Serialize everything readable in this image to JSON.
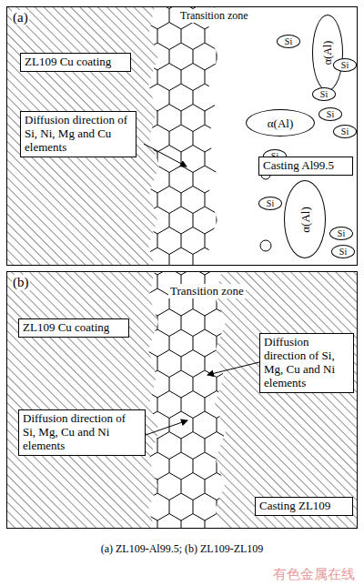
{
  "diagram": {
    "caption": "(a) ZL109-Al99.5; (b) ZL109-ZL109",
    "nodes": [
      {
        "text": [
          "(a)"
        ]
      },
      {
        "text": [
          "ZL109 Cu coating"
        ],
        "in": 0
      },
      {
        "text": [
          "α(Al)"
        ],
        "in": 0
      },
      {
        "text": [
          "Si"
        ],
        "in": 0
      },
      {
        "text": [
          "Si"
        ],
        "in": 0
      },
      {
        "text": [
          "Si"
        ],
        "in": 0
      },
      {
        "text": [
          "α(Al)"
        ],
        "in": 0
      },
      {
        "text": [
          "Si"
        ],
        "in": 0
      },
      {
        "text": [
          "Si"
        ],
        "in": 0
      },
      {
        "text": [
          "Diffusion direction of Si, Ni, Mg and Cu elements"
        ],
        "in": 0
      },
      {
        "text": [
          "Si"
        ],
        "in": 0
      },
      {
        "text": [
          "Casting Al99.5"
        ],
        "in": 0
      },
      {
        "text": [
          "α(Al)"
        ],
        "in": 0
      },
      {
        "text": [
          "Si"
        ],
        "in": 0
      },
      {
        "text": [
          "Si"
        ],
        "in": 0
      },
      {
        "text": [
          "Si"
        ],
        "in": 0
      },
      {
        "text": [
          "(b)"
        ]
      },
      {
        "text": [
          "ZL109 Cu coating"
        ],
        "in": 16
      },
      {
        "text": [
          "Diffusion direction of Si, Mg, Cu and Ni elements"
        ],
        "in": 16
      },
      {
        "text": [
          "Diffusion direction of Si, Mg, Cu and Ni elements"
        ],
        "in": 16
      },
      {
        "text": [
          "Casting ZL109"
        ],
        "in": 16
      }
    ],
    "labels": [
      "Transition zone",
      "Transition zone",
      "有色金属在线"
    ]
  }
}
